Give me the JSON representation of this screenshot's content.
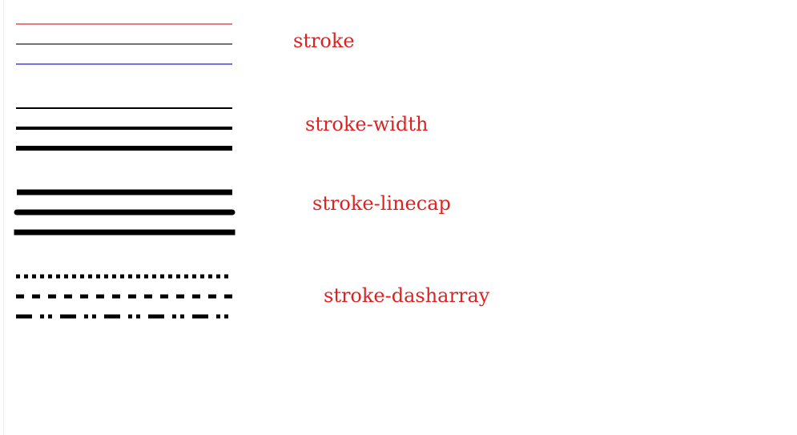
{
  "label_color": "#dd2222",
  "labels": {
    "stroke": "stroke",
    "stroke_width": "stroke-width",
    "stroke_linecap": "stroke-linecap",
    "stroke_dasharray": "stroke-dasharray"
  },
  "stroke_colors": [
    "#e05050",
    "#444444",
    "#4444dd"
  ],
  "stroke_widths": [
    2,
    4,
    6
  ],
  "linecaps": [
    "butt",
    "round",
    "square"
  ],
  "dasharrays": [
    "5,5",
    "10,10",
    "20,10,5,5,5,10"
  ]
}
